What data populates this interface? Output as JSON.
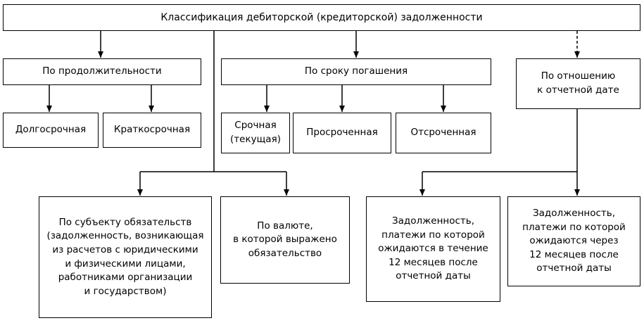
{
  "diagram": {
    "root": "Классификация дебиторской (кредиторской) задолженности",
    "groups": [
      "По продолжительности",
      "По сроку погашения",
      "По отношению\nк отчетной дате"
    ],
    "leaves": {
      "duration": [
        "Долгосрочная",
        "Краткосрочная"
      ],
      "repayment": [
        "Срочная\n(текущая)",
        "Просроченная",
        "Отсроченная"
      ]
    },
    "bottom": [
      "По субъекту обязательств\n(задолженность, возникающая\nиз расчетов с юридическими\nи физическими лицами,\nработниками организации\nи государством)",
      "По валюте,\nв которой выражено\nобязательство",
      "Задолженность,\nплатежи по которой\nожидаются в течение\n12 месяцев после\nотчетной даты",
      "Задолженность,\nплатежи по которой\nожидаются через\n12 месяцев после\nотчетной даты"
    ]
  }
}
